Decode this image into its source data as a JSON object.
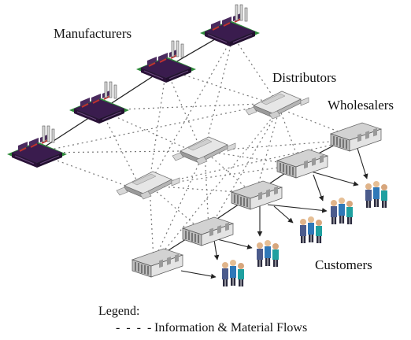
{
  "labels": {
    "manufacturers": "Manufacturers",
    "distributors": "Distributors",
    "wholesalers": "Wholesalers",
    "customers": "Customers"
  },
  "legend": {
    "title": "Legend:",
    "dashes": "- - - -",
    "text": "Information  & Material Flows"
  },
  "colors": {
    "factory_body": "#3a1c4e",
    "factory_base": "#2e8b3a",
    "factory_accent": "#c0322f",
    "warehouse_roof": "#cfcfcf",
    "dotted_line": "#777777",
    "solid_line": "#222222"
  }
}
